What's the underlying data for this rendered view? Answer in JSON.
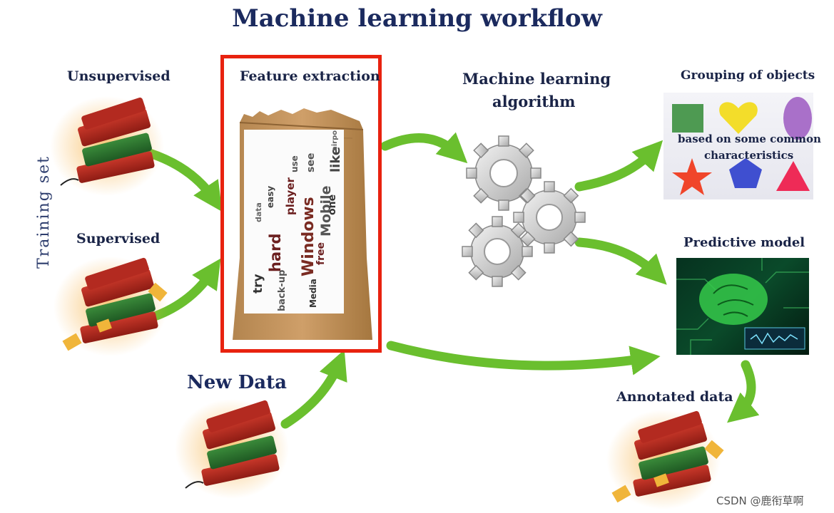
{
  "title": "Machine learning workflow",
  "training_set_label": "Training set",
  "unsupervised_label": "Unsupervised",
  "supervised_label": "Supervised",
  "new_data_label": "New Data",
  "feature_extraction_label": "Feature extraction",
  "ml_algorithm_label_line1": "Machine learning",
  "ml_algorithm_label_line2": "algorithm",
  "grouping_label": "Grouping of objects",
  "grouping_note_line1": "based on some common",
  "grouping_note_line2": "characteristics",
  "predictive_model_label": "Predictive model",
  "annotated_data_label": "Annotated data",
  "word_cloud": [
    "Windows",
    "Mobile",
    "hard",
    "try",
    "like",
    "player",
    "Media",
    "free",
    "back-up",
    "easy",
    "one",
    "see",
    "airport",
    "data",
    "use"
  ],
  "watermark": "CSDN @鹿衔草啊",
  "colors": {
    "title": "#1b2a5e",
    "arrow": "#6abf2e",
    "highlight_box": "#e8220f"
  }
}
